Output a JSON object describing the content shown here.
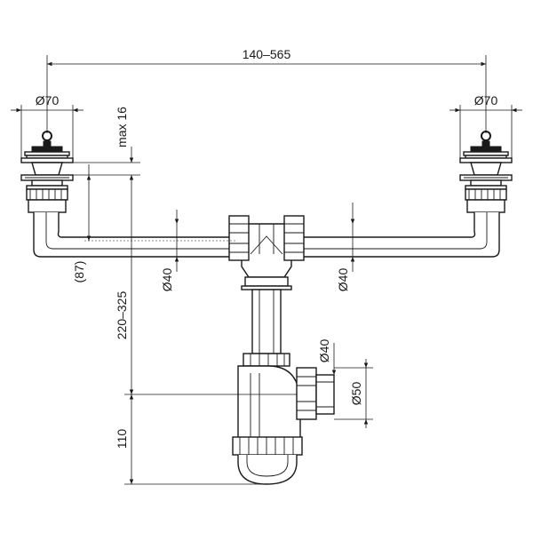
{
  "dimensions": {
    "span": "140–565",
    "left_strainer_dia": "Ø70",
    "right_strainer_dia": "Ø70",
    "max_height": "max 16",
    "offset": "(87)",
    "outlet_height": "220–325",
    "left_pipe_dia": "Ø40",
    "right_pipe_dia": "Ø40",
    "side_inlet_dia": "Ø40",
    "side_outlet_dia": "Ø50",
    "trap_height": "110"
  }
}
